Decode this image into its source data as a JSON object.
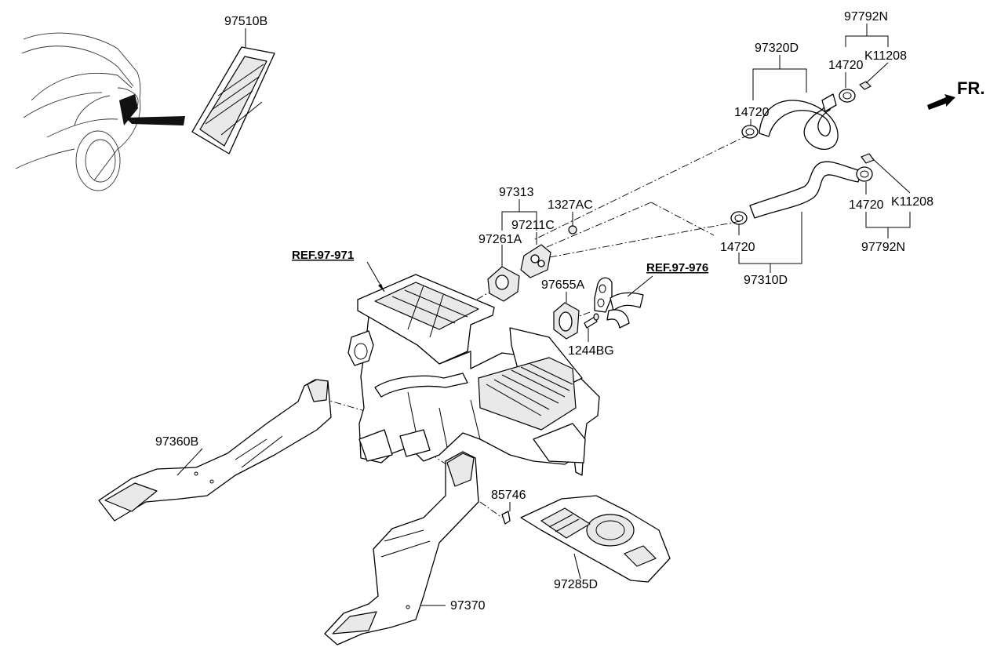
{
  "direction_marker": "FR.",
  "references": {
    "ref_hvac": "REF.97-971",
    "ref_pipe": "REF.97-976"
  },
  "labels": {
    "p97510B": "97510B",
    "p97792N_top": "97792N",
    "p97320D": "97320D",
    "pK11208_top": "K11208",
    "p14720_top_right": "14720",
    "p14720_top_left": "14720",
    "p97313": "97313",
    "p1327AC": "1327AC",
    "p97211C": "97211C",
    "p97261A": "97261A",
    "p14720_mid_right": "14720",
    "pK11208_mid": "K11208",
    "p14720_mid_left": "14720",
    "p97792N_mid": "97792N",
    "p97310D": "97310D",
    "p97655A": "97655A",
    "p1244BG": "1244BG",
    "p97360B": "97360B",
    "p85746": "85746",
    "p97285D": "97285D",
    "p97370": "97370"
  }
}
